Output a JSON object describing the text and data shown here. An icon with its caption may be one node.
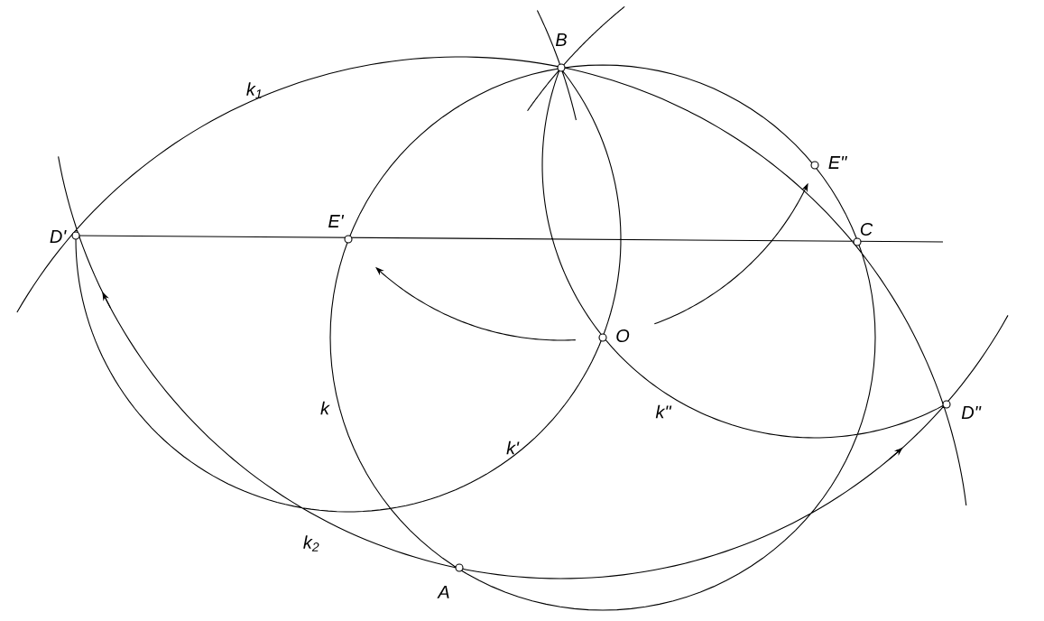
{
  "diagram": {
    "nodes": [
      {
        "text": [],
        "shape": "circle",
        "beside": [
          "B"
        ]
      },
      {
        "text": [],
        "shape": "circle",
        "beside": [
          "E\""
        ]
      },
      {
        "text": [],
        "shape": "circle",
        "beside": [
          "D'"
        ]
      },
      {
        "text": [],
        "shape": "circle",
        "beside": [
          "E'"
        ]
      },
      {
        "text": [],
        "shape": "circle",
        "beside": [
          "C"
        ]
      },
      {
        "text": [],
        "shape": "circle",
        "beside": [
          "O"
        ]
      },
      {
        "text": [],
        "shape": "circle",
        "beside": [
          "D\""
        ]
      },
      {
        "text": [],
        "shape": "circle",
        "beside": [
          "A"
        ]
      }
    ],
    "edges": [],
    "labels": [
      "k$_{1}$",
      "k",
      "k\"",
      "k'",
      "k$_{2}$"
    ]
  }
}
